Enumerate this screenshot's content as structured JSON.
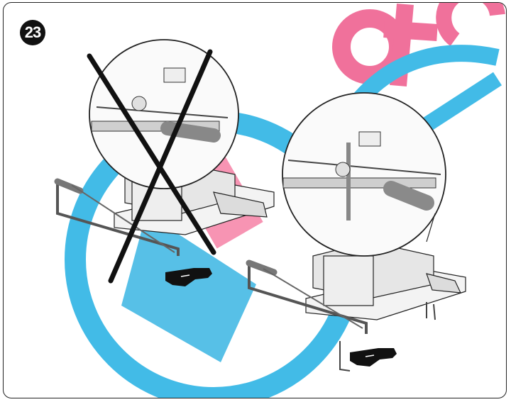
{
  "step": {
    "number": "23"
  },
  "figure": {
    "left_panel": {
      "status": "incorrect",
      "mark": "cross-mark"
    },
    "right_panel": {
      "status": "correct"
    }
  },
  "watermark": {
    "type": "logo",
    "text": "otomasyonlandi",
    "colors": {
      "pink": "#f06a96",
      "cyan": "#2fb7e6"
    }
  },
  "colors": {
    "outline": "#222222",
    "handle": "#9a9a9a",
    "pointer": "#111111"
  }
}
